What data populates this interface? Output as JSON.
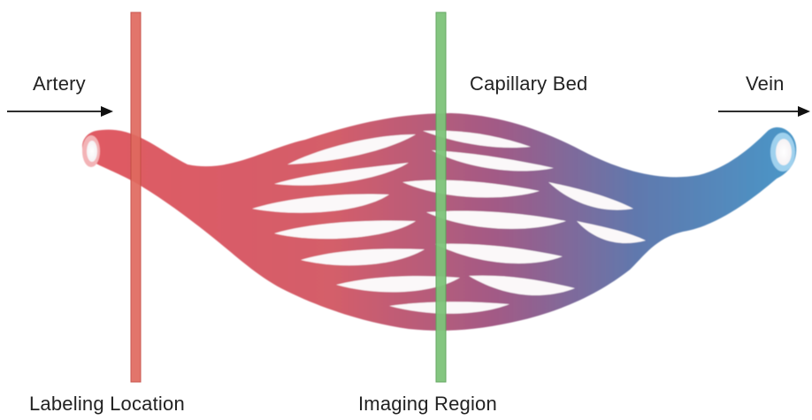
{
  "labels": {
    "artery": "Artery",
    "capillary_bed": "Capillary Bed",
    "vein": "Vein",
    "labeling_location": "Labeling Location",
    "imaging_region": "Imaging Region"
  },
  "colors": {
    "labeling_plane": "#e06a5f",
    "imaging_plane": "#7ec47a",
    "artery_red": "#d9555c",
    "capillary_mauve": "#a85d84",
    "vein_blue": "#4a8fbf",
    "arrow": "#111111"
  },
  "icons": {
    "flow_in": "arrow-right-icon",
    "flow_out": "arrow-right-icon"
  }
}
